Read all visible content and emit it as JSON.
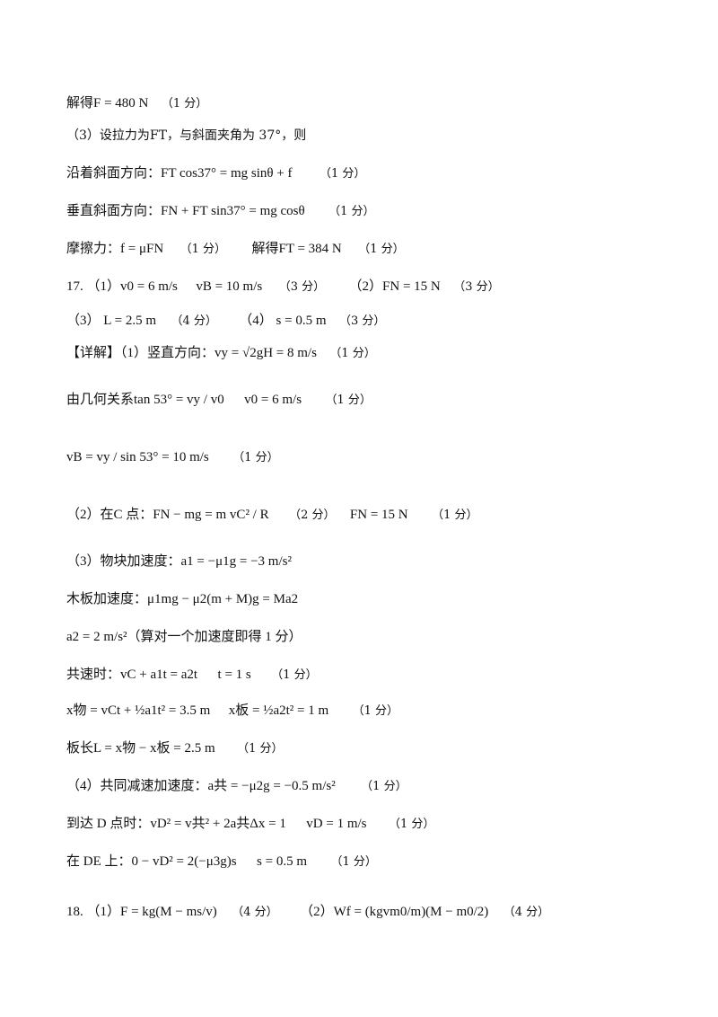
{
  "lines": [
    [
      "解得F = 480 N",
      "（1 分）"
    ],
    [
      "（3）设拉力为FT，与斜面夹角为 37°，则"
    ],
    [
      "沿着斜面方向：FT cos37° = mg sinθ + f",
      "（1 分）"
    ],
    [
      "垂直斜面方向：FN + FT sin37° = mg cosθ",
      "（1 分）"
    ],
    [
      "摩擦力：f = μFN",
      "（1 分）",
      "解得FT = 384 N",
      "（1 分）"
    ],
    [
      "17. （1）v0 = 6 m/s",
      "vB = 10 m/s",
      "（3 分）",
      "（2）FN = 15 N",
      "（3 分）"
    ],
    [
      "（3） L = 2.5 m",
      "（4 分）",
      "（4） s = 0.5 m",
      "（3 分）"
    ],
    [
      "【详解】（1）竖直方向：vy = √2gH = 8 m/s",
      "（1 分）"
    ],
    [
      "由几何关系tan 53° = vy / v0",
      "v0 = 6 m/s",
      "（1 分）"
    ],
    [
      "vB = vy / sin 53° = 10 m/s",
      "（1 分）"
    ],
    [
      "（2）在C 点：FN − mg = m vC² / R",
      "（2 分）",
      "FN = 15 N",
      "（1 分）"
    ],
    [
      "（3）物块加速度：a1 = −μ1g = −3 m/s²"
    ],
    [
      "木板加速度：μ1mg − μ2(m + M)g = Ma2"
    ],
    [
      "a2 = 2 m/s²（算对一个加速度即得 1 分）"
    ],
    [
      "共速时：vC + a1t = a2t",
      "t = 1 s",
      "（1 分）"
    ],
    [
      "x物 = vCt + ½a1t² = 3.5 m",
      "x板 = ½a2t² = 1 m",
      "（1 分）"
    ],
    [
      "板长L = x物 − x板 = 2.5 m",
      "（1 分）"
    ],
    [
      "（4）共同减速加速度：a共 = −μ2g = −0.5 m/s²",
      "（1 分）"
    ],
    [
      "到达 D 点时：vD² = v共² + 2a共Δx = 1",
      "vD = 1 m/s",
      "（1 分）"
    ],
    [
      "在 DE 上：0 − vD² = 2(−μ3g)s",
      "s = 0.5 m",
      "（1 分）"
    ],
    [
      "18. （1）F = kg(M − ms/v)",
      "（4 分）",
      "（2）Wf = (kgvm0/m)(M − m0/2)",
      "（4 分）"
    ]
  ]
}
